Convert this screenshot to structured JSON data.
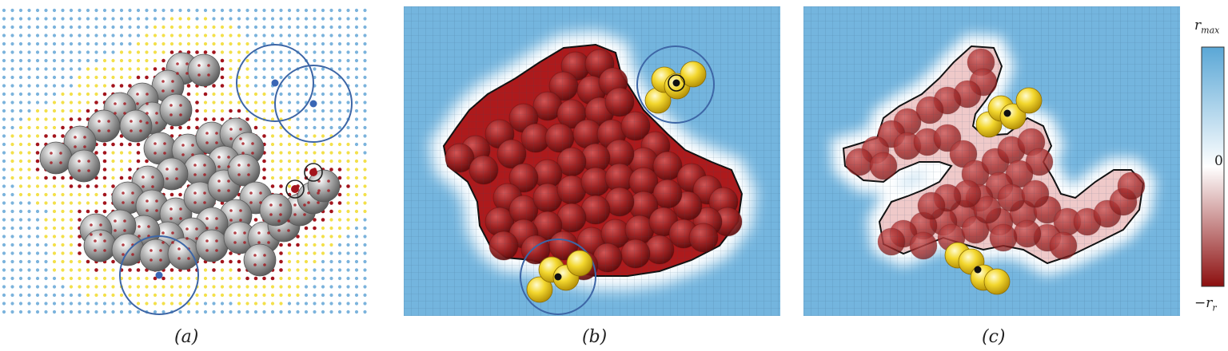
{
  "panels": {
    "a": {
      "label": "(a)"
    },
    "b": {
      "label": "(b)"
    },
    "c": {
      "label": "(c)"
    }
  },
  "colorbar": {
    "top_label": "r",
    "top_sub": "max",
    "zero_label": "0",
    "bottom_label": "−r",
    "bottom_sub": "r",
    "colors": {
      "top": "#5aa7d6",
      "mid": "#ffffff",
      "bottom": "#8c0f0f"
    }
  },
  "colors": {
    "lattice_blue": "#7bb3dc",
    "lattice_yellow": "#f3e04a",
    "lattice_red": "#a3141c",
    "field_blue": "#74b5de",
    "field_red": "#a9161a",
    "atom_gray": "#8a8a8a",
    "atom_red": "#9b2525",
    "probe_yellow": "#f1d22a",
    "circle_blue": "#3d66a6"
  }
}
